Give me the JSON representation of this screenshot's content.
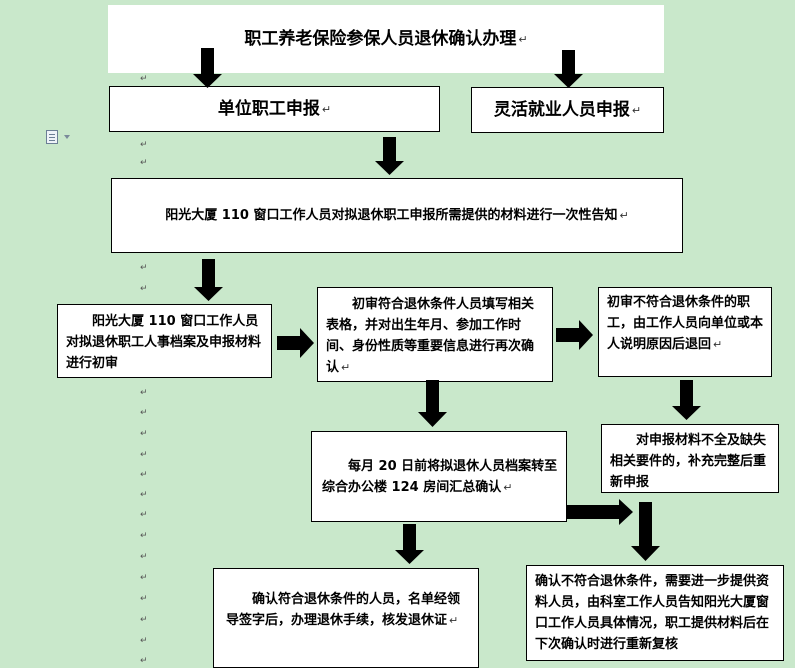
{
  "return_mark": "↵",
  "boxes": {
    "title": "职工养老保险参保人员退休确认办理",
    "unit_apply": "单位职工申报",
    "flex_apply": "灵活就业人员申报",
    "notify": "阳光大厦 110 窗口工作人员对拟退休职工申报所需提供的材料进行一次性告知",
    "initial_review": "阳光大厦 110 窗口工作人员对拟退休职工人事档案及申报材料进行初审",
    "fill_forms": "初审符合退休条件人员填写相关表格，并对出生年月、参加工作时间、身份性质等重要信息进行再次确认",
    "not_qualified": "初审不符合退休条件的职工，由工作人员向单位或本人说明原因后退回",
    "supplement": "对申报材料不全及缺失相关要件的，补充完整后重新申报",
    "monthly_transfer": "每月 20 日前将拟退休人员档案转至综合办公楼 124 房间汇总确认",
    "confirmed": "确认符合退休条件的人员，名单经领导签字后，办理退休手续，核发退休证",
    "needs_more": "确认不符合退休条件，需要进一步提供资料人员，由科室工作人员告知阳光大厦窗口工作人员具体情况，职工提供材料后在下次确认时进行重新复核"
  },
  "colors": {
    "page_background": "#c9e8cb",
    "box_fill": "#ffffff",
    "arrow": "#000000"
  }
}
